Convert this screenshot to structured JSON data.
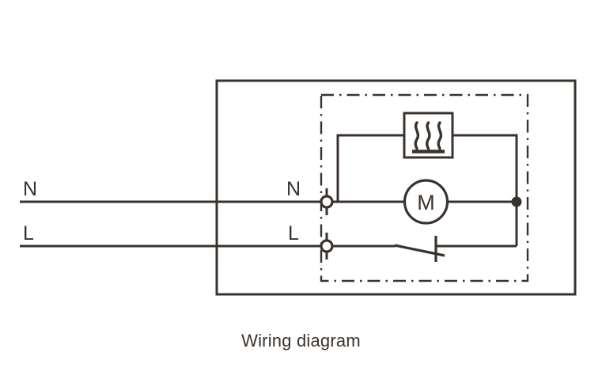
{
  "figure": {
    "caption": "Wiring diagram",
    "type": "electrical-wiring-schematic"
  },
  "colors": {
    "line": "#3a322c",
    "background": "#ffffff",
    "terminal_fill": "#ffffff"
  },
  "labels": {
    "supply_neutral": "N",
    "supply_live": "L",
    "terminal_neutral": "N",
    "terminal_live": "L",
    "motor": "M"
  },
  "components": [
    {
      "name": "heating-element",
      "symbol": "heater",
      "label": "",
      "description": "rectangle with three wavy heat lines above a solid bar"
    },
    {
      "name": "motor",
      "symbol": "circle-with-letter",
      "label": "M",
      "description": "circle containing the letter M"
    },
    {
      "name": "switch",
      "symbol": "spst-switch",
      "label": "",
      "description": "single pole single throw switch on the live line"
    },
    {
      "name": "neutral-terminal",
      "symbol": "terminal-open-circle",
      "label": "N"
    },
    {
      "name": "live-terminal",
      "symbol": "terminal-open-circle",
      "label": "L"
    },
    {
      "name": "junction",
      "symbol": "filled-dot",
      "label": ""
    }
  ],
  "boundaries": [
    {
      "name": "appliance-enclosure",
      "style": "solid"
    },
    {
      "name": "internal-wiring-boundary",
      "style": "dash-dot"
    }
  ]
}
